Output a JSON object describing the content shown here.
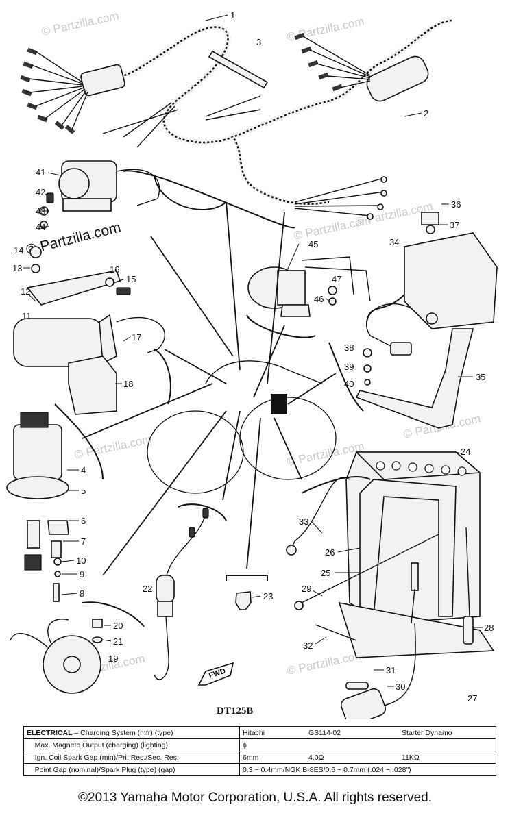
{
  "watermarks": [
    "© Partzilla.com",
    "© Partzilla.com",
    "© Partzilla.com",
    "© Partzilla.com",
    "© Partzilla.com",
    "© Partzilla.com",
    "© Partzilla.com",
    "© Partzilla.com",
    "© Partzilla.com"
  ],
  "callouts": [
    "1",
    "2",
    "3",
    "4",
    "5",
    "6",
    "7",
    "8",
    "9",
    "10",
    "11",
    "12",
    "13",
    "14",
    "15",
    "16",
    "17",
    "18",
    "19",
    "20",
    "21",
    "22",
    "23",
    "24",
    "25",
    "26",
    "27",
    "28",
    "29",
    "30",
    "31",
    "32",
    "33",
    "34",
    "35",
    "36",
    "37",
    "38",
    "39",
    "40",
    "41",
    "42",
    "43",
    "44",
    "45",
    "46",
    "47"
  ],
  "fwd_label": "FWD",
  "model_label": "DT125B",
  "spec_table": {
    "rows": [
      {
        "label_main": "ELECTRICAL",
        "label_rest": " – Charging System (mfr) (type)",
        "v1": "Hitachi",
        "v2": "GS114-02",
        "v3": "Starter Dynamo"
      },
      {
        "label_main": "",
        "label_rest": "Max. Magneto Output (charging) (lighting)",
        "v1": "ϕ",
        "v2": "",
        "v3": ""
      },
      {
        "label_main": "",
        "label_rest": "Ign. Coil Spark Gap (min)/Pri. Res./Sec. Res.",
        "v1": "6mm",
        "v2": "4.0Ω",
        "v3": "11KΩ"
      },
      {
        "label_main": "",
        "label_rest": "Point Gap (nominal)/Spark Plug (type) (gap)",
        "v1": "0.3 ~ 0.4mm/NGK B-8ES/0.6 ~ 0.7mm (.024 ~ .028\")",
        "v2": "",
        "v3": ""
      }
    ]
  },
  "copyright": "©2013 Yamaha Motor Corporation, U.S.A. All rights reserved."
}
